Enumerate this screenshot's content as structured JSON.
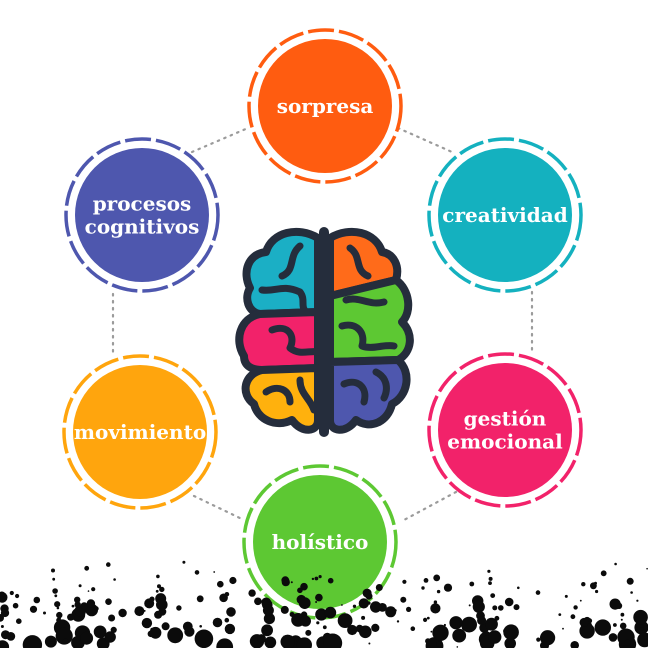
{
  "diagram": {
    "center": {
      "icon": "brain-icon"
    },
    "nodes": [
      {
        "id": "sorpresa",
        "lines": [
          "sorpresa"
        ],
        "color": "#FF5C10"
      },
      {
        "id": "creatividad",
        "lines": [
          "creatividad"
        ],
        "color": "#14B1BF"
      },
      {
        "id": "gestion",
        "lines": [
          "gestión",
          "emocional"
        ],
        "color": "#F2226A"
      },
      {
        "id": "holistico",
        "lines": [
          "holístico"
        ],
        "color": "#5DC833"
      },
      {
        "id": "movimiento",
        "lines": [
          "movimiento"
        ],
        "color": "#FFA50D"
      },
      {
        "id": "procesos",
        "lines": [
          "procesos",
          "cognitivos"
        ],
        "color": "#4E57AE"
      }
    ],
    "connector_style": "dotted",
    "brain_colors": {
      "outline": "#252D3C",
      "cyan": "#1BAFC5",
      "orange": "#FF6B1A",
      "pink": "#F2226A",
      "green": "#5DC833",
      "yellow": "#FFB10D",
      "navy": "#4E57AE"
    },
    "background": "#FFFFFF"
  }
}
